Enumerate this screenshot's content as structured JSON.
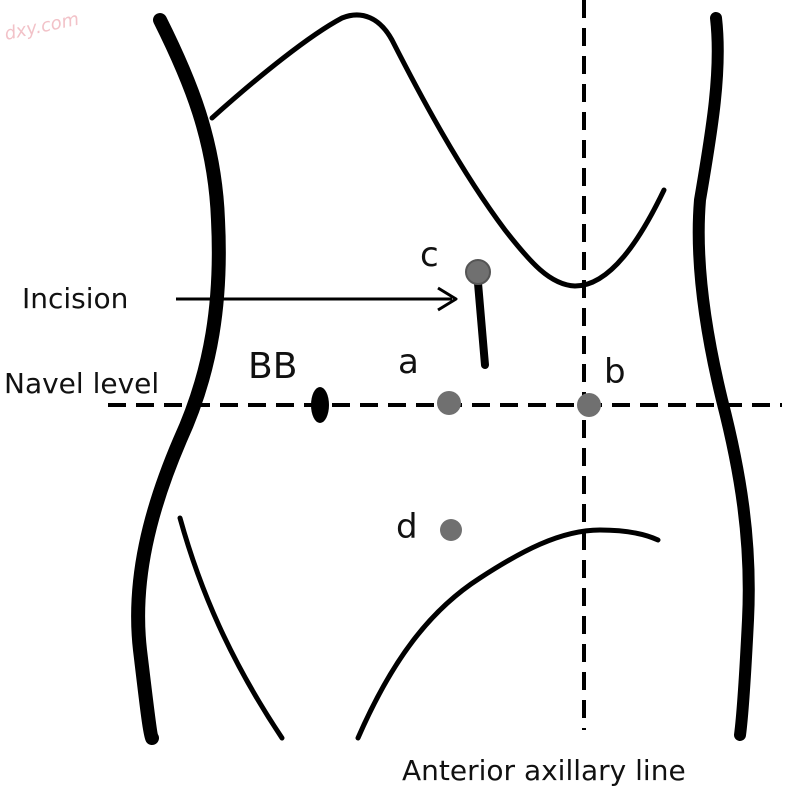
{
  "watermark": "dxy.com",
  "labels": {
    "incision": "Incision",
    "navel_level": "Navel level",
    "bb": "BB",
    "anterior_axillary_line": "Anterior axillary line"
  },
  "points": {
    "a": "a",
    "b": "b",
    "c": "c",
    "d": "d"
  },
  "colors": {
    "point_fill": "#707070",
    "outline": "#000000"
  }
}
